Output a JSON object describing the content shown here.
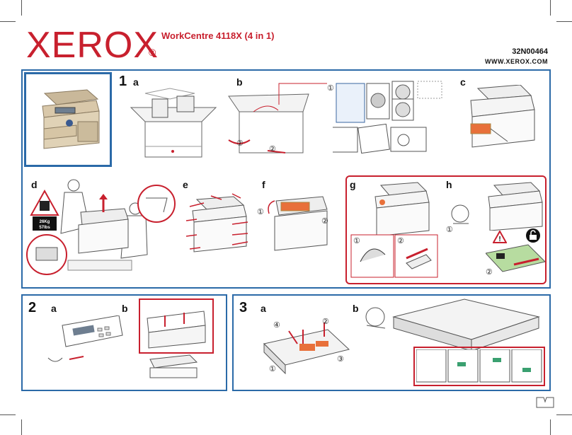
{
  "header": {
    "brand": "XEROX",
    "registered": "®",
    "product": "WorkCentre 4118X (4 in 1)",
    "part_number": "32N00464",
    "website": "WWW.XEROX.COM"
  },
  "section1": {
    "number": "1",
    "steps": [
      "a",
      "b",
      "c",
      "d",
      "e",
      "f",
      "g",
      "h"
    ],
    "weight_kg": "26Kg",
    "weight_lbs": "57lbs",
    "callouts": [
      "①",
      "②",
      "②",
      "①",
      "②",
      "①",
      "②",
      "①",
      "②"
    ]
  },
  "section2": {
    "number": "2",
    "steps": [
      "a",
      "b"
    ]
  },
  "section3": {
    "number": "3",
    "steps": [
      "a",
      "b"
    ],
    "callouts": [
      "④",
      "②",
      "①",
      "③"
    ]
  },
  "colors": {
    "brand_red": "#c8202e",
    "panel_blue": "#2b6aa8",
    "accent_orange": "#e8703a"
  },
  "icons": [
    "printer-icon",
    "box-icon",
    "weight-warning-icon",
    "caution-icon",
    "lock-icon",
    "arrow-icon"
  ]
}
